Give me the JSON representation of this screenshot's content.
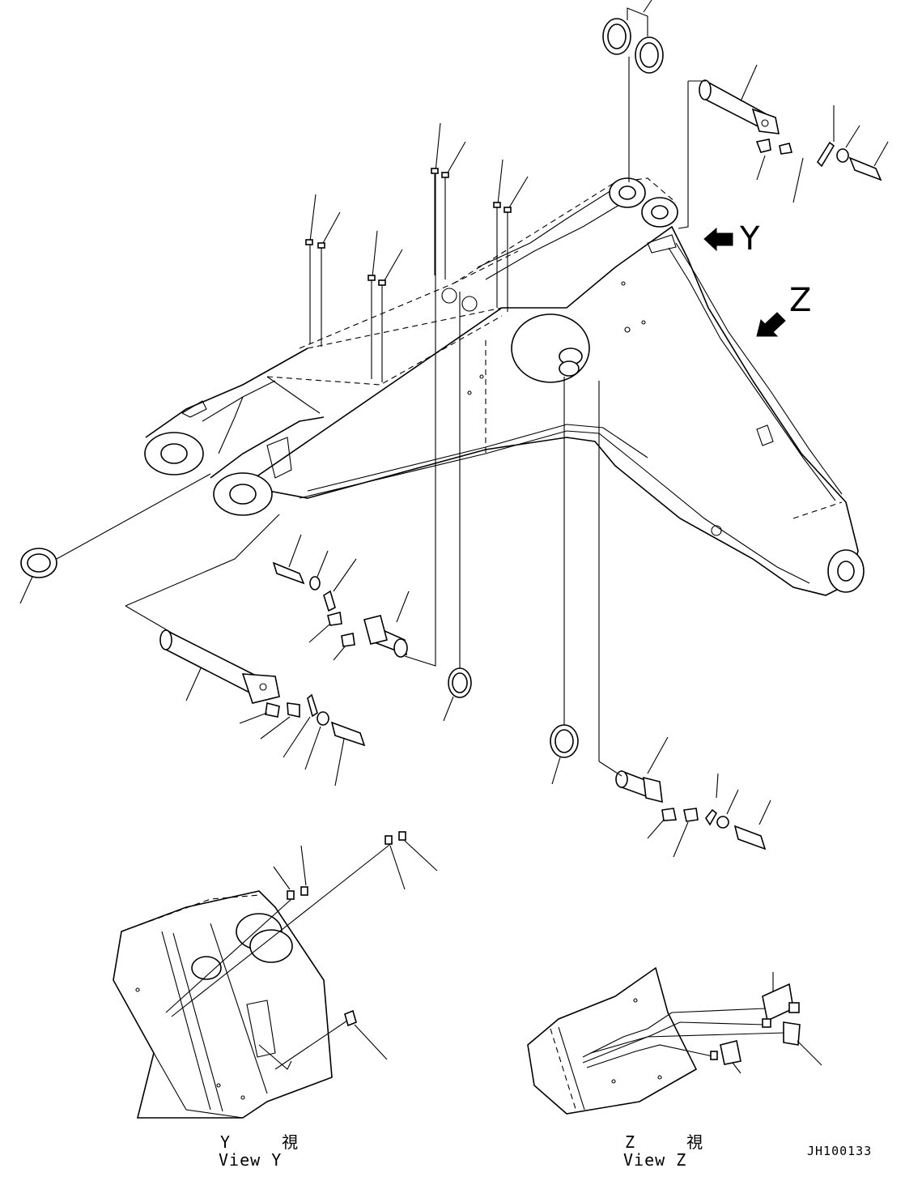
{
  "arrow_labels": {
    "y": "Y",
    "z": "Z"
  },
  "views": {
    "y": {
      "jp": "Y 視",
      "en": "View Y"
    },
    "z": {
      "jp": "Z 視",
      "en": "View Z"
    }
  },
  "drawing_code": "JH100133"
}
